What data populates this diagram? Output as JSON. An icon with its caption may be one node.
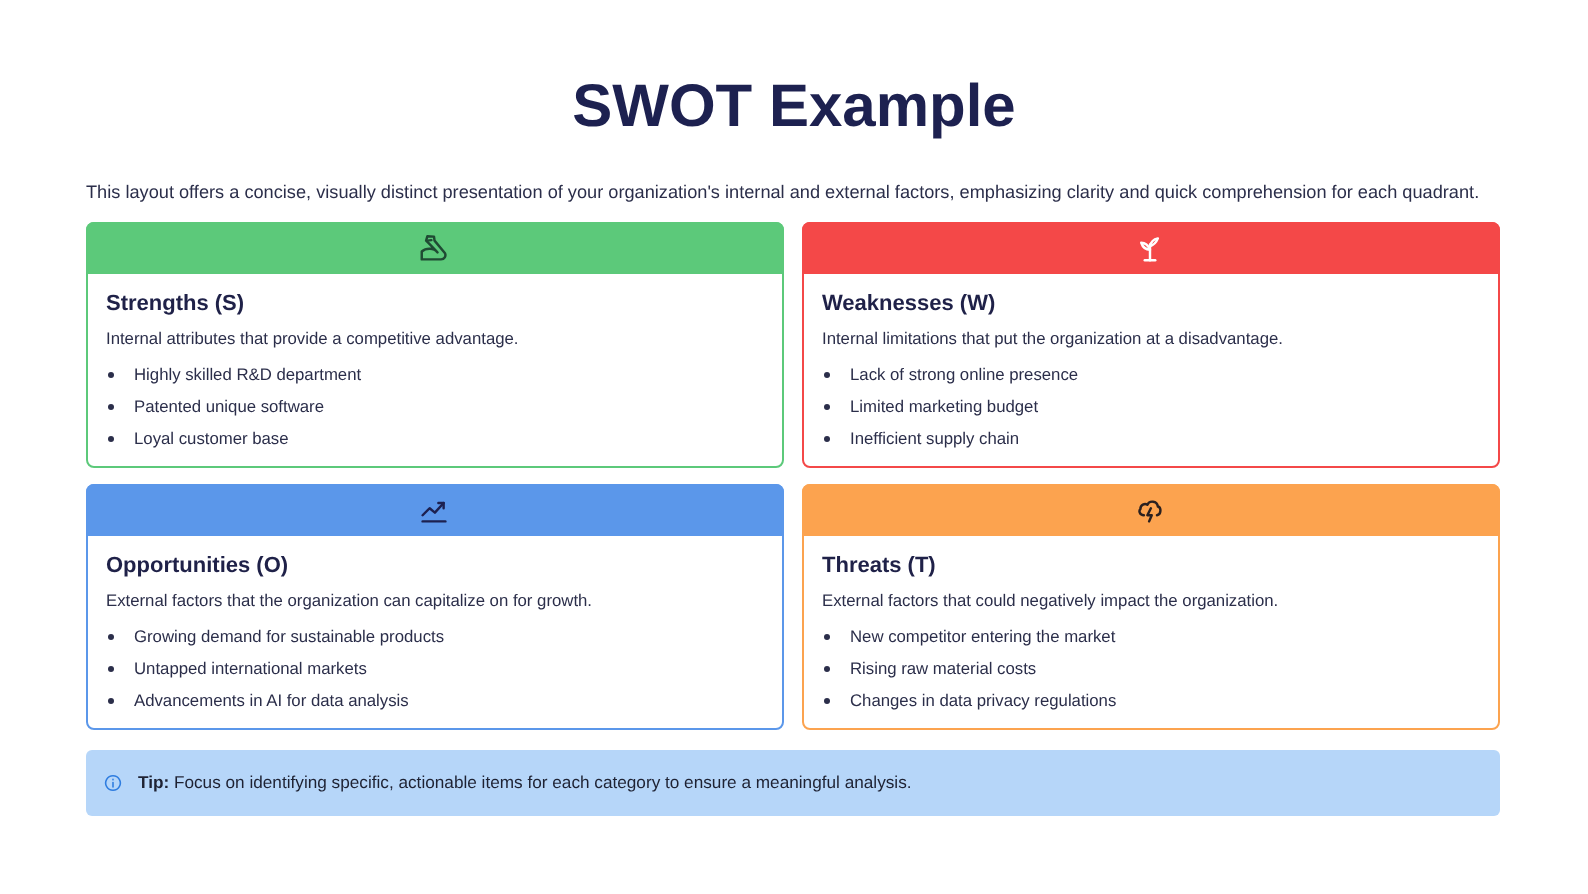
{
  "diagram": {
    "title": "SWOT Example",
    "nodes": [
      {
        "text": [
          "Strengths (S)",
          "Internal attributes that provide a competitive advantage.",
          "Highly skilled R&D department",
          "Patented unique software",
          "Loyal customer base"
        ]
      },
      {
        "text": [
          "Weaknesses (W)",
          "Internal limitations that put the organization at a disadvantage.",
          "Lack of strong online presence",
          "Limited marketing budget",
          "Inefficient supply chain"
        ]
      },
      {
        "text": [
          "Opportunities (O)",
          "External factors that the organization can capitalize on for growth.",
          "Growing demand for sustainable products",
          "Untapped international markets",
          "Advancements in AI for data analysis"
        ]
      },
      {
        "text": [
          "Threats (T)",
          "External factors that could negatively impact the organization.",
          "New competitor entering the market",
          "Rising raw material costs",
          "Changes in data privacy regulations"
        ]
      },
      {
        "text": [
          "**Tip:** Focus on identifying specific, actionable items for each category to ensure a meaningful analysis."
        ]
      }
    ],
    "labels": [
      "This layout offers a concise, visually distinct presentation of your organization's internal and external factors, emphasizing clarity and quick comprehension for each quadrant."
    ]
  }
}
